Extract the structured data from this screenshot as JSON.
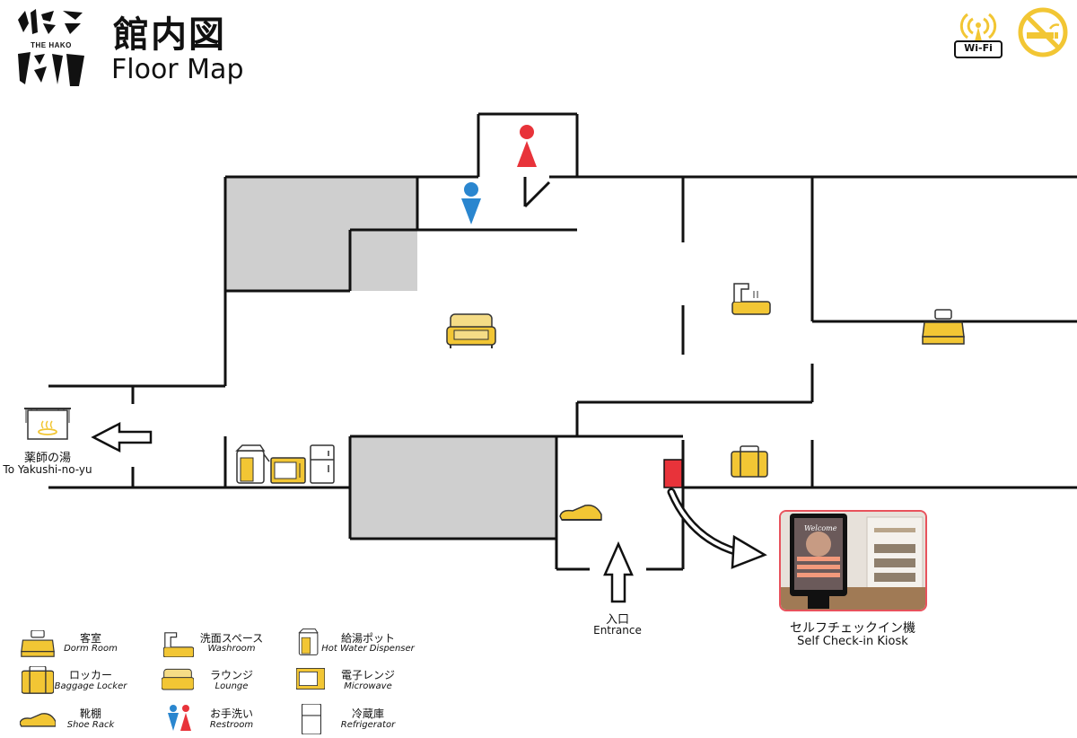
{
  "header": {
    "logo_text": "THE HAKO",
    "title_jp": "館内図",
    "title_en": "Floor Map"
  },
  "badges": {
    "wifi_label": "Wi-Fi"
  },
  "colors": {
    "accent_yellow": "#f2c634",
    "wall": "#111111",
    "block_gray": "#cfcfcf",
    "restroom_female": "#e8333a",
    "restroom_male": "#2a86cf",
    "kiosk_marker": "#e8333a"
  },
  "map": {
    "yakushi": {
      "jp": "薬師の湯",
      "en": "To Yakushi-no-yu"
    },
    "entrance": {
      "jp": "入口",
      "en": "Entrance"
    },
    "kiosk": {
      "jp": "セルフチェックイン機",
      "en": "Self Check-in Kiosk",
      "screen_text": "Welcome"
    }
  },
  "legend": [
    {
      "icon": "bed-icon",
      "jp": "客室",
      "en": "Dorm Room"
    },
    {
      "icon": "luggage-icon",
      "jp": "ロッカー",
      "en": "Baggage Locker"
    },
    {
      "icon": "shoe-icon",
      "jp": "靴棚",
      "en": "Shoe Rack"
    },
    {
      "icon": "washbasin-icon",
      "jp": "洗面スペース",
      "en": "Washroom"
    },
    {
      "icon": "sofa-icon",
      "jp": "ラウンジ",
      "en": "Lounge"
    },
    {
      "icon": "restroom-icon",
      "jp": "お手洗い",
      "en": "Restroom"
    },
    {
      "icon": "hot-water-pot-icon",
      "jp": "給湯ポット",
      "en": "Hot Water Dispenser"
    },
    {
      "icon": "microwave-icon",
      "jp": "電子レンジ",
      "en": "Microwave"
    },
    {
      "icon": "fridge-icon",
      "jp": "冷蔵庫",
      "en": "Refrigerator"
    }
  ]
}
